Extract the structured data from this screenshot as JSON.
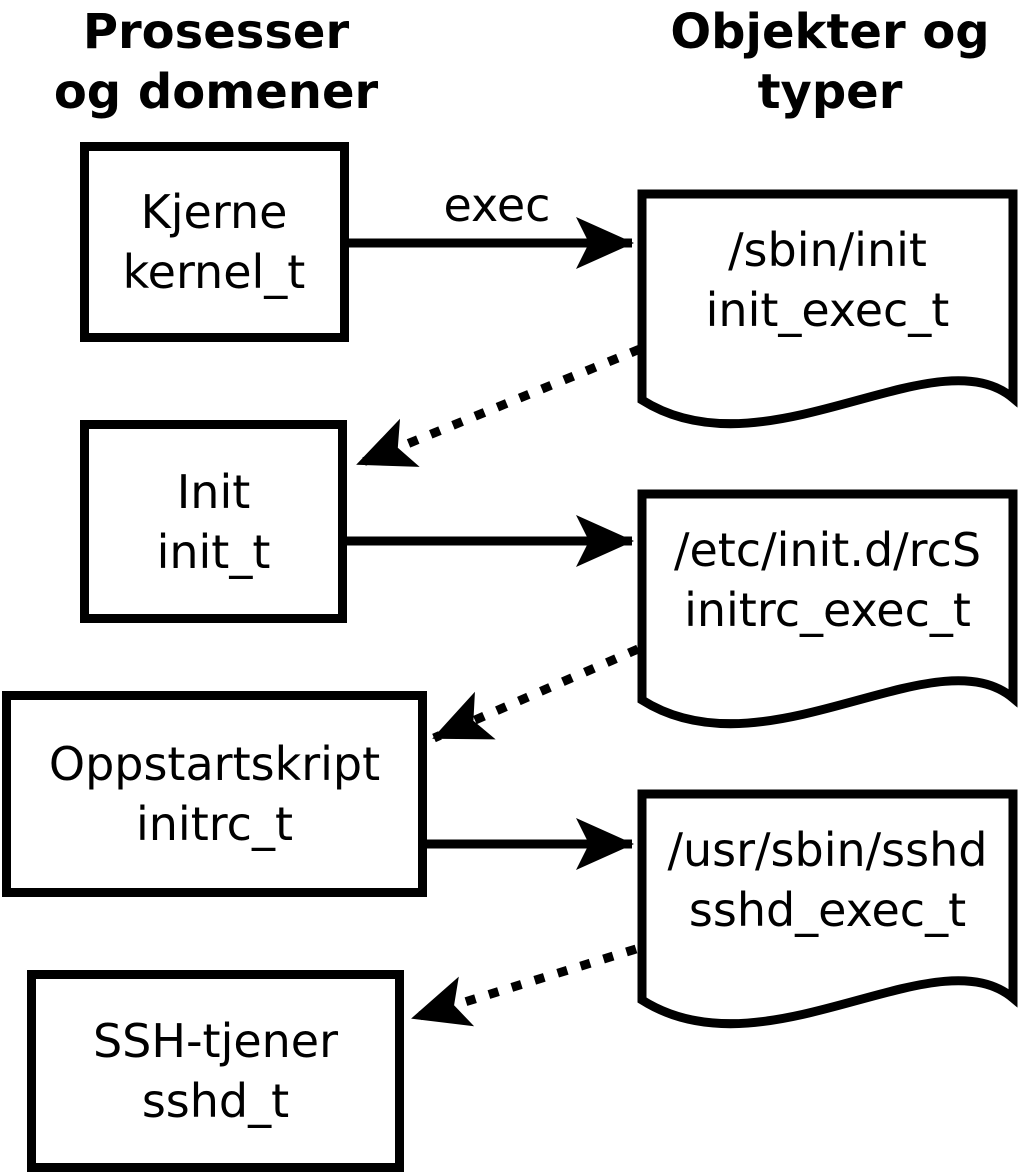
{
  "diagram": {
    "left_column_header": {
      "line1": "Prosesser",
      "line2": "og domener"
    },
    "right_column_header": {
      "line1": "Objekter og",
      "line2": "typer"
    },
    "processes": [
      {
        "name": "Kjerne",
        "type": "kernel_t"
      },
      {
        "name": "Init",
        "type": "init_t"
      },
      {
        "name": "Oppstartskript",
        "type": "initrc_t"
      },
      {
        "name": "SSH-tjener",
        "type": "sshd_t"
      }
    ],
    "objects": [
      {
        "path": "/sbin/init",
        "type": "init_exec_t"
      },
      {
        "path": "/etc/init.d/rcS",
        "type": "initrc_exec_t"
      },
      {
        "path": "/usr/sbin/sshd",
        "type": "sshd_exec_t"
      }
    ],
    "arrow_label": "exec",
    "colors": {
      "line": "#000000",
      "background": "#ffffff",
      "text": "#000000"
    }
  }
}
